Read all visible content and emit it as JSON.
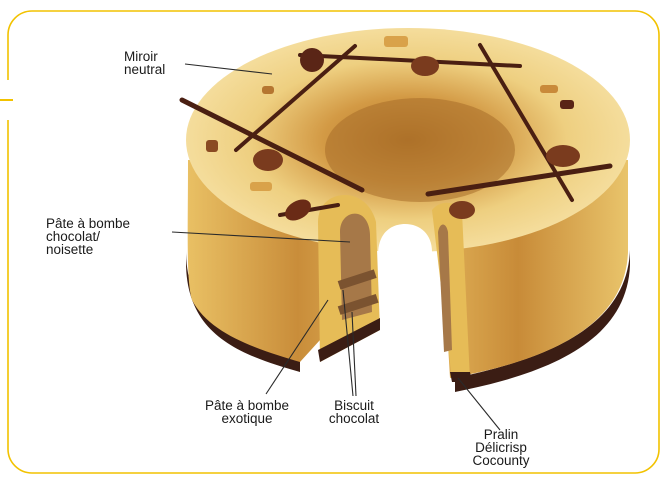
{
  "colors": {
    "frame": "#f2c200",
    "cake_light": "#f4d889",
    "cake_mid": "#e7b95c",
    "cake_dark": "#b97a2a",
    "glaze_base": "#3b1d14",
    "chocolate": "#5a2516",
    "biscuit": "#7b5330",
    "mousse": "#e6bc57"
  },
  "labels": {
    "miroir": "Miroir\nneutral",
    "pate_noisette": "Pâte à bombe\nchocolat/\nnoisette",
    "pate_exotique": "Pâte à bombe\nexotique",
    "biscuit": "Biscuit\nchocolat",
    "pralin": "Pralin\nDélicrisp\nCocounty"
  }
}
